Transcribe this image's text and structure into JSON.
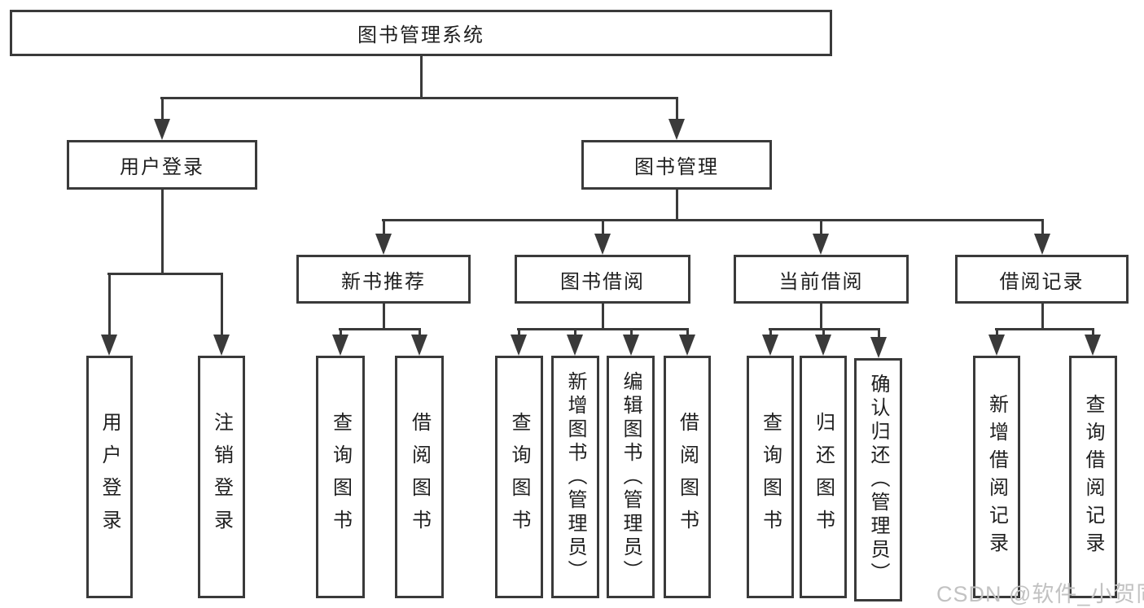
{
  "colors": {
    "line": "#3a3a3a",
    "text": "#1f1f1f",
    "background": "#ffffff",
    "watermark": "#c2c2c2"
  },
  "tree": {
    "root": {
      "label": "图书管理系统"
    },
    "branches": [
      {
        "label": "用户登录",
        "children": [
          {
            "label": "用户登录"
          },
          {
            "label": "注销登录"
          }
        ]
      },
      {
        "label": "图书管理",
        "groups": [
          {
            "label": "新书推荐",
            "children": [
              {
                "label": "查询图书"
              },
              {
                "label": "借阅图书"
              }
            ]
          },
          {
            "label": "图书借阅",
            "children": [
              {
                "label": "查询图书"
              },
              {
                "label": "新增图书（管理员）"
              },
              {
                "label": "编辑图书（管理员）"
              },
              {
                "label": "借阅图书"
              }
            ]
          },
          {
            "label": "当前借阅",
            "children": [
              {
                "label": "查询图书"
              },
              {
                "label": "归还图书"
              },
              {
                "label": "确认归还（管理员）"
              }
            ]
          },
          {
            "label": "借阅记录",
            "children": [
              {
                "label": "新增借阅记录"
              },
              {
                "label": "查询借阅记录"
              }
            ]
          }
        ]
      }
    ]
  },
  "watermark": {
    "text": "CSDN @软件_小贺同学"
  }
}
